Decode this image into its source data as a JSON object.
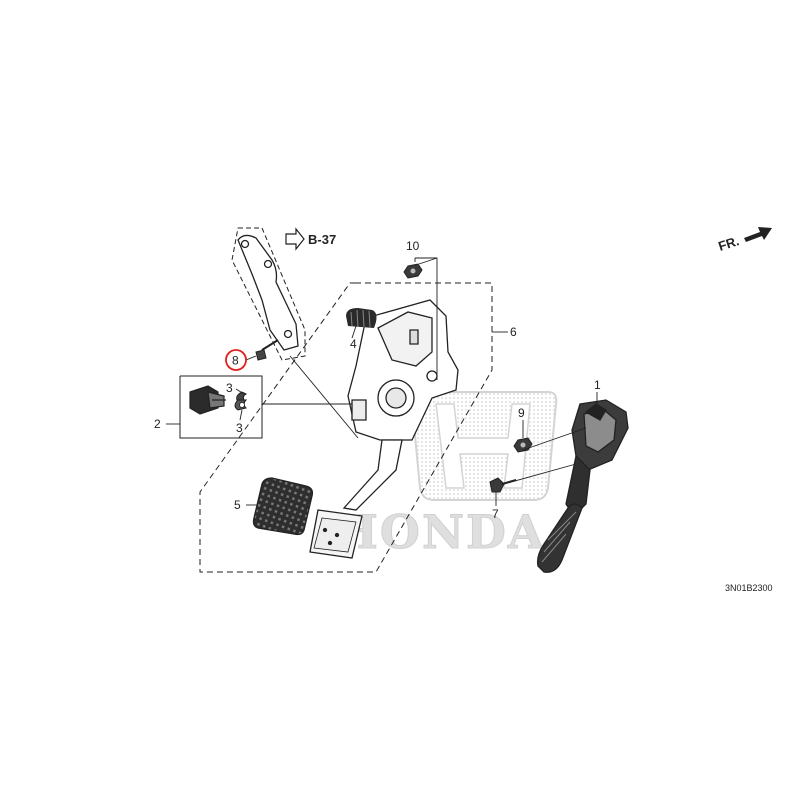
{
  "diagram": {
    "callouts": {
      "c1": "1",
      "c2": "2",
      "c3a": "3",
      "c3b": "3",
      "c4": "4",
      "c5": "5",
      "c6": "6",
      "c7": "7",
      "c8": "8",
      "c9": "9",
      "c10": "10"
    },
    "reference_label": "B-37",
    "direction_label": "FR.",
    "drawing_code": "3N01B2300",
    "watermark_text": "HONDA",
    "highlighted_callout": "8",
    "colors": {
      "line": "#222222",
      "highlight": "#e0201b",
      "watermark": "#d8d8d8",
      "pad": "#3a3a3a"
    }
  }
}
